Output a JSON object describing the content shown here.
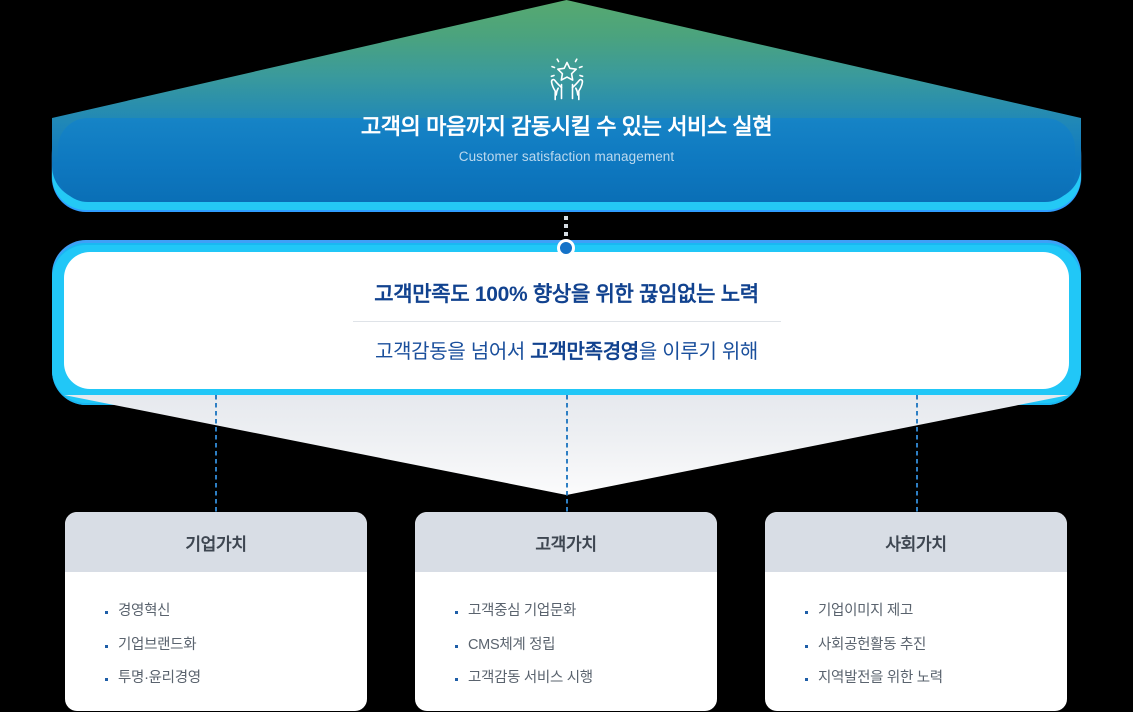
{
  "banner": {
    "icon": "hands-holding-star-icon",
    "title": "고객의 마음까지 감동시킬 수 있는 서비스 실현",
    "subtitle": "Customer satisfaction management",
    "gradient_from": "#57a96f",
    "gradient_to": "#0e78c0",
    "bar_color": "#0e78c0",
    "glow_color": "#24c9f5"
  },
  "connector": {
    "node": "connector-node",
    "dot_color": "#d5dce3",
    "node_color": "#1472c8"
  },
  "statement": {
    "line1": "고객만족도 100% 향상을 위한 끊임없는 노력",
    "line2_prefix": "고객감동을 넘어서 ",
    "line2_emphasis": "고객만족경영",
    "line2_suffix": "을 이루기 위해",
    "line1_color": "#11428f",
    "line2_color": "#1a4f9c",
    "border_color": "#21c7f7"
  },
  "funnel": {
    "fill_top": "#e6e9ee",
    "fill_bottom": "#fbfbfc"
  },
  "dashed_lines": {
    "color": "#2e7fc4",
    "count": 3
  },
  "cards": [
    {
      "title": "기업가치",
      "items": [
        "경영혁신",
        "기업브랜드화",
        "투명·윤리경영"
      ]
    },
    {
      "title": "고객가치",
      "items": [
        "고객중심 기업문화",
        "CMS체계 정립",
        "고객감동 서비스 시행"
      ]
    },
    {
      "title": "사회가치",
      "items": [
        "기업이미지 제고",
        "사회공헌활동 추진",
        "지역발전을 위한 노력"
      ]
    }
  ],
  "card_style": {
    "header_bg": "#d8dde5",
    "title_color": "#3e4651",
    "item_color": "#5a636e",
    "bullet_color": "#1f5fa8"
  }
}
